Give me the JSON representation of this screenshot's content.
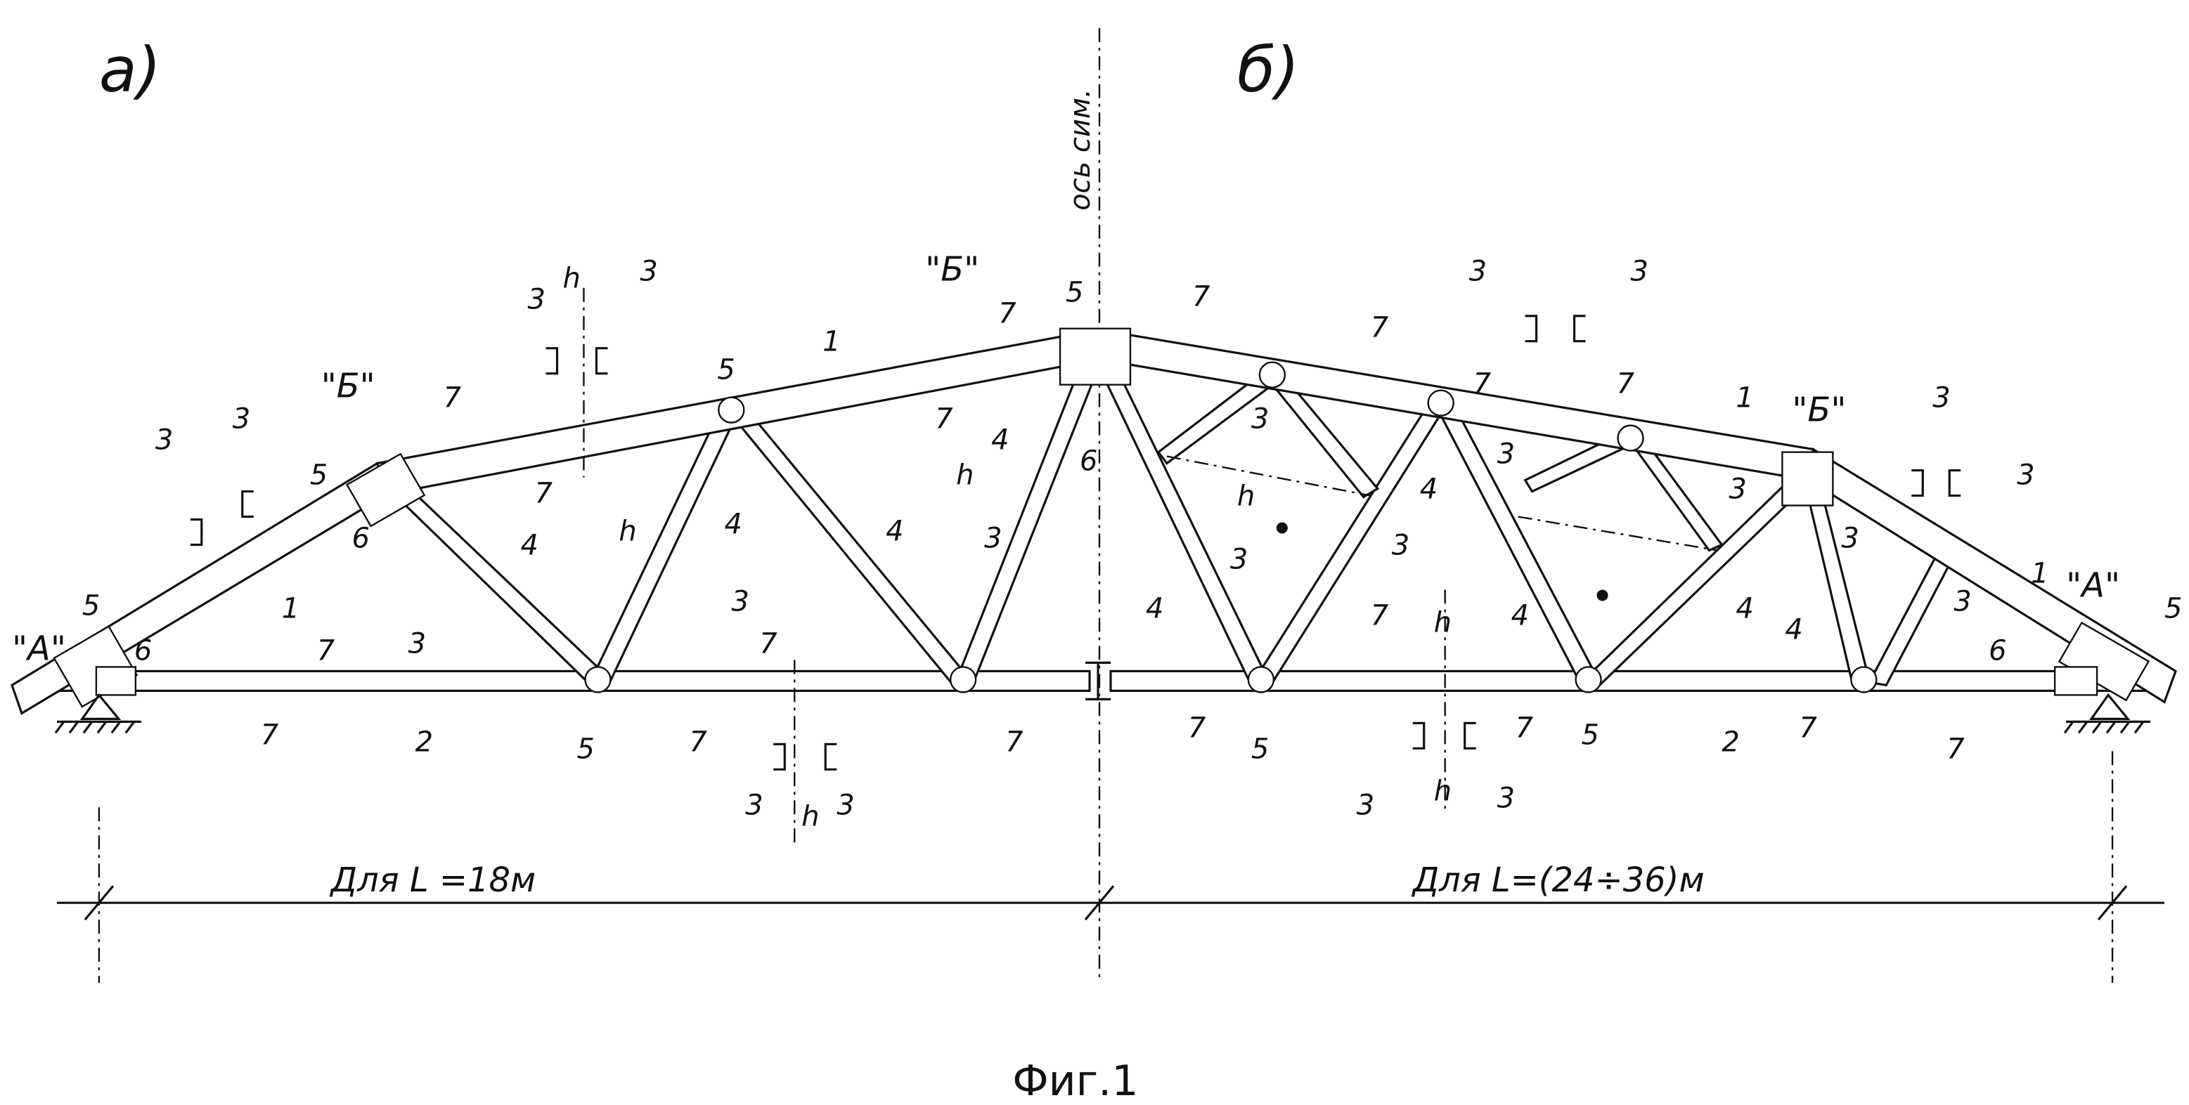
{
  "figure": {
    "caption": "Фиг.1",
    "variant_a": "а)",
    "variant_b": "б)",
    "symmetry_axis": "ось сим.",
    "span_a": "Для L =18м",
    "span_b": "Для L=(24÷36)м"
  },
  "views": {
    "A": "\"А\"",
    "B": "\"Б\""
  },
  "members": {
    "1": "1",
    "2": "2",
    "3": "3",
    "4": "4",
    "5": "5",
    "6": "6",
    "7": "7",
    "h": "h"
  }
}
